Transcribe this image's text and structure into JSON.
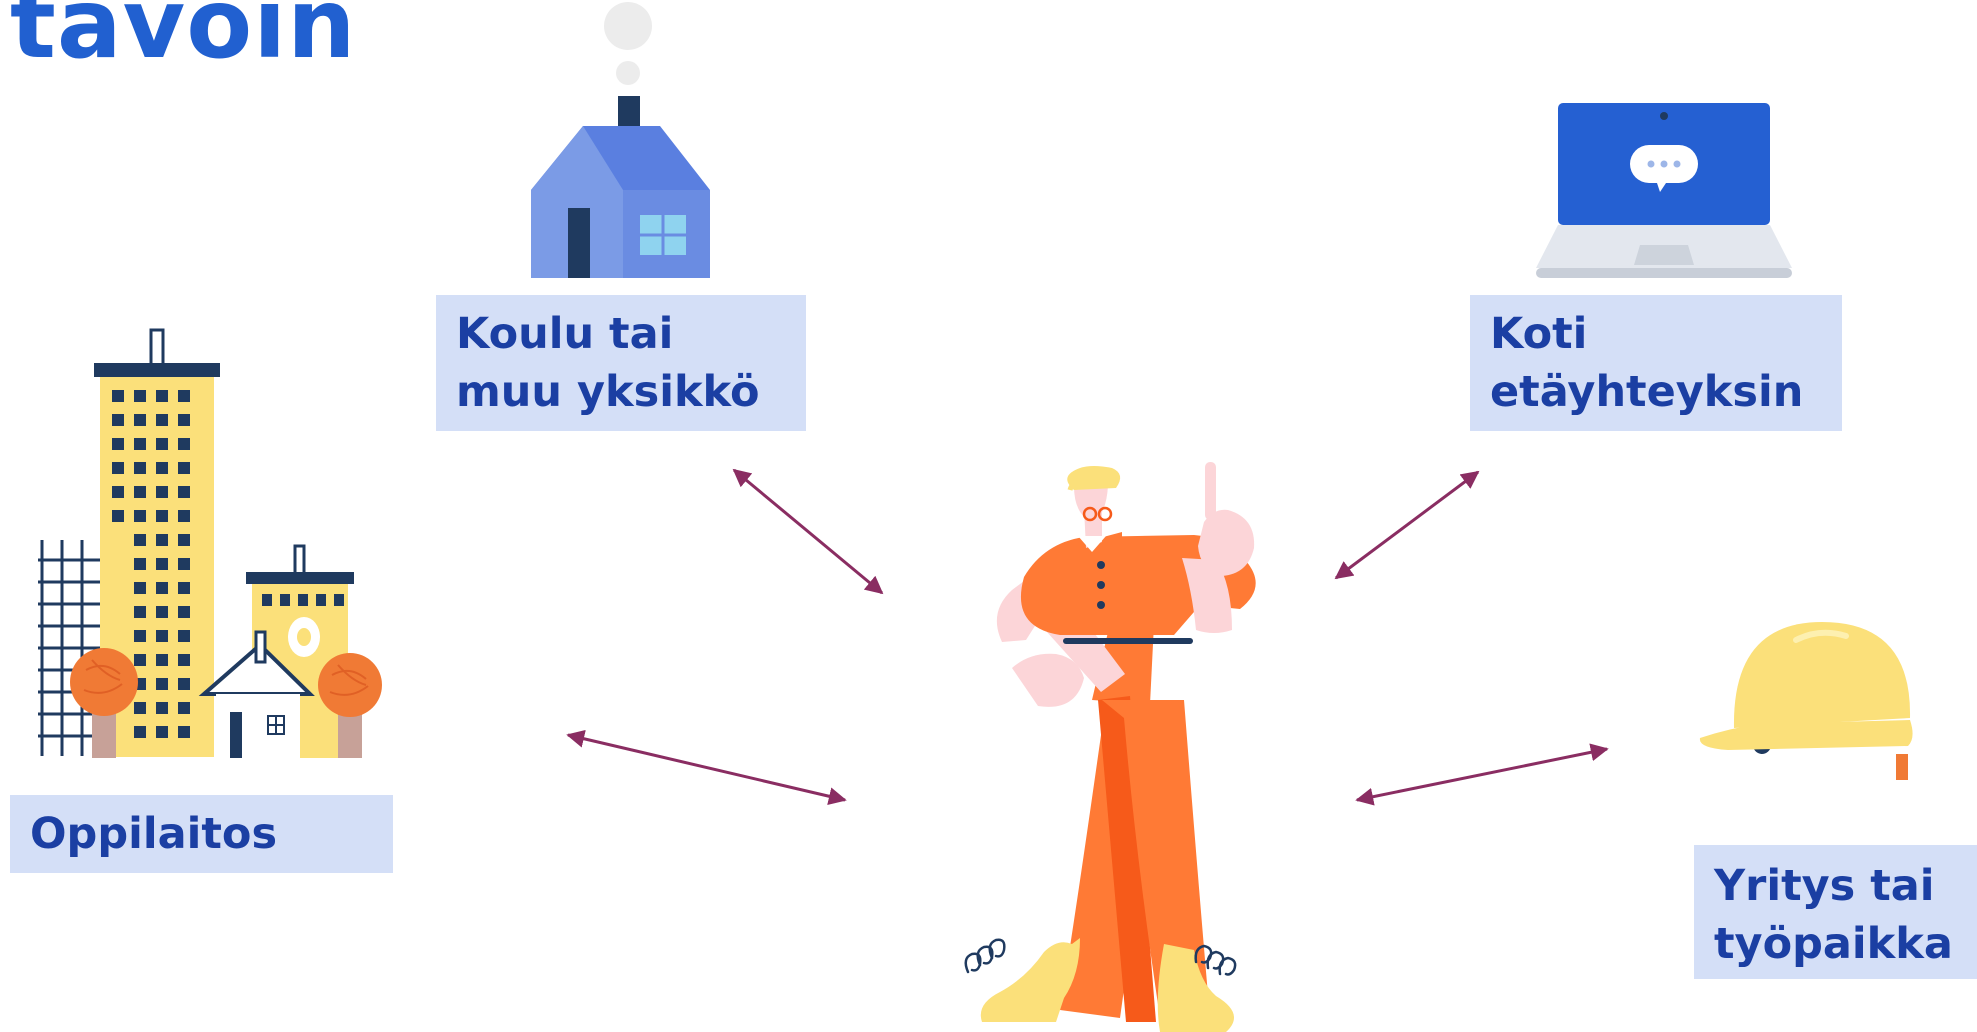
{
  "title": "tavoin",
  "nodes": {
    "koulu": {
      "line1": "Koulu tai",
      "line2": "muu yksikkö"
    },
    "koti": {
      "line1": "Koti",
      "line2": "etäyhteyksin"
    },
    "oppilaitos": {
      "line1": "Oppilaitos"
    },
    "yritys": {
      "line1": "Yritys tai",
      "line2": "työpaikka"
    }
  },
  "colors": {
    "title": "#2160d0",
    "label_bg": "#d4dff7",
    "label_text": "#1b3fa3",
    "arrow": "#8a2d62"
  },
  "icons": [
    "house-icon",
    "laptop-icon",
    "city-icon",
    "hard-hat-icon",
    "worker-figure"
  ]
}
